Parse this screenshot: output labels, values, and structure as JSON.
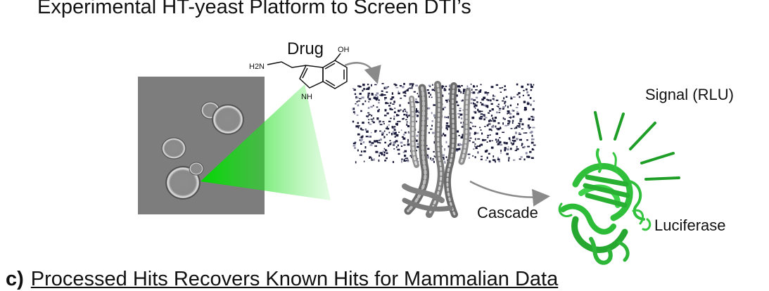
{
  "title": "Experimental HT-yeast Platform to Screen DTI’s",
  "labels": {
    "drug": "Drug",
    "oh": "OH",
    "h2n": "H2N",
    "nh": "NH",
    "signal": "Signal (RLU)",
    "cascade": "Cascade",
    "luciferase": "Luciferase"
  },
  "footer": {
    "label": "c)",
    "text": "Processed Hits Recovers Known Hits for Mammalian Data"
  },
  "colors": {
    "green_light": "#2ecc40",
    "green_dark": "#1a8a22",
    "membrane": "#1a1a3a",
    "micrograph_bg": "#7d7d7d"
  }
}
